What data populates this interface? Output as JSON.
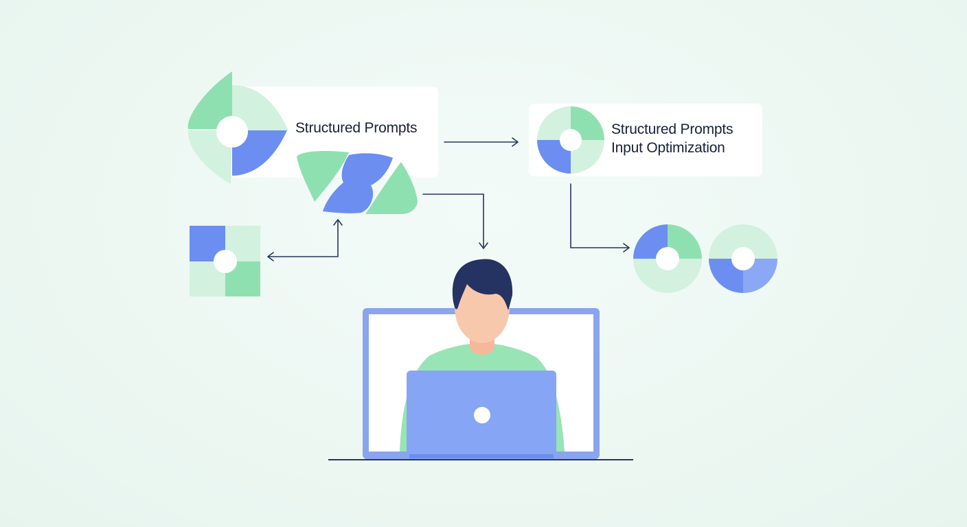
{
  "cards": {
    "left": {
      "title": "Structured Prompts"
    },
    "right": {
      "line1": "Structured Prompts",
      "line2": "Input Optimization"
    }
  },
  "colors": {
    "background": "#ecf7f2",
    "card": "#ffffff",
    "green": "#8fe0b0",
    "light_green": "#d2f1df",
    "blue": "#6b8ef0",
    "light_blue": "#8aa8f5",
    "connector": "#26345c",
    "hair": "#253363",
    "skin": "#f8c8ad",
    "shirt": "#98e4b4",
    "monitor_frame": "#8aa4ee",
    "laptop": "#86a5f4"
  },
  "icons": [
    "eye-segment-icon",
    "quadrant-square-icon",
    "triangle-swirl-icon",
    "segmented-circle-icon",
    "person-icon",
    "monitor-icon",
    "laptop-icon"
  ]
}
